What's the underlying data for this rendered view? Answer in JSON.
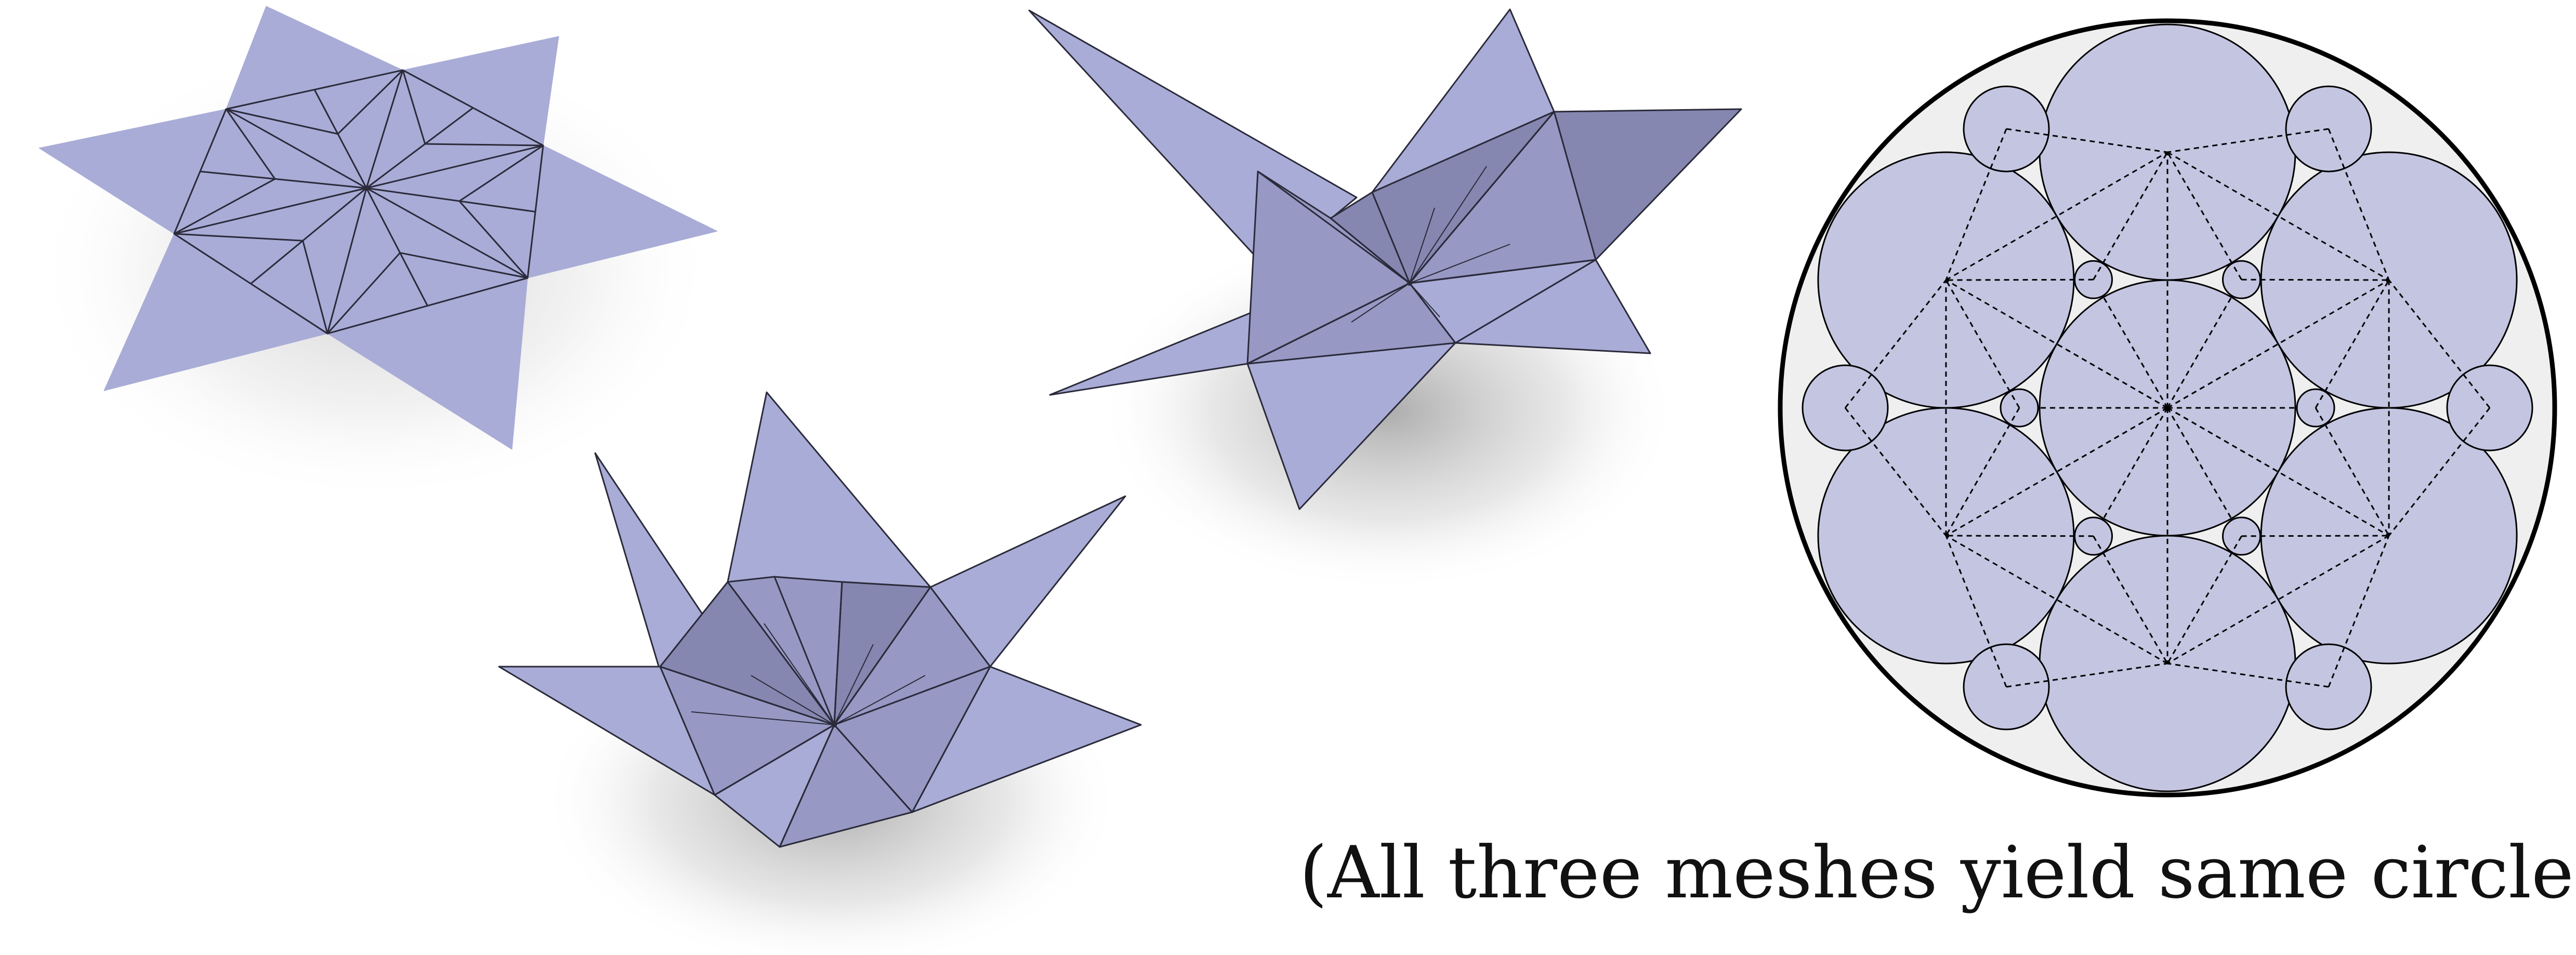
{
  "caption": "(All three meshes yield same circle packing",
  "colors": {
    "mesh_fill": "#a9acd6",
    "mesh_fold_dark": "#8587b0",
    "mesh_fold_mid": "#9799c4",
    "mesh_edge": "#2a2a3a",
    "circle_fill": "#c3c5e1",
    "disk_background": "#efefef",
    "outline": "#000000",
    "shadow": "#c8c8c8"
  },
  "figures": [
    {
      "name": "flat-star-mesh",
      "state": "flat"
    },
    {
      "name": "folded-cup-mesh",
      "state": "folded"
    },
    {
      "name": "folded-bird-mesh",
      "state": "folded"
    },
    {
      "name": "circle-packing",
      "state": "packing"
    }
  ]
}
